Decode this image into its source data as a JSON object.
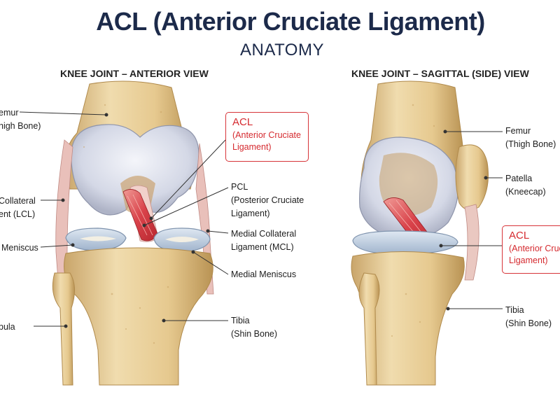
{
  "header": {
    "title": "ACL (Anterior Cruciate Ligament)",
    "subtitle": "ANATOMY"
  },
  "views": [
    {
      "title": "KNEE JOINT – ANTERIOR VIEW",
      "labels": {
        "femur": [
          "emur",
          "high Bone)"
        ],
        "lcl": [
          "Collateral",
          "ent (LCL)"
        ],
        "meniscus": [
          "Meniscus"
        ],
        "fibula": [
          "bula"
        ],
        "pcl": [
          "PCL",
          "(Posterior Cruciate",
          "Ligament)"
        ],
        "mcl": [
          "Medial Collateral",
          "Ligament (MCL)"
        ],
        "medial_meniscus": [
          "Medial Meniscus"
        ],
        "tibia": [
          "Tibia",
          "(Shin Bone)"
        ]
      },
      "acl_box": {
        "title": "ACL",
        "lines": [
          "(Anterior Cruciate",
          "Ligament)"
        ]
      }
    },
    {
      "title": "KNEE JOINT – SAGITTAL (SIDE) VIEW",
      "labels": {
        "femur": [
          "Femur",
          "(Thigh Bone)"
        ],
        "patella": [
          "Patella",
          "(Kneecap)"
        ],
        "tibia": [
          "Tibia",
          "(Shin Bone)"
        ]
      },
      "acl_box": {
        "title": "ACL",
        "lines": [
          "(Anterior Crucia",
          "Ligament)"
        ]
      }
    }
  ],
  "colors": {
    "title": "#1c2a4a",
    "acl_red": "#d52a2f",
    "bone": "#e9cf9a",
    "cartilage": "#d8dbe6",
    "ligament": "#e3a3a0"
  }
}
